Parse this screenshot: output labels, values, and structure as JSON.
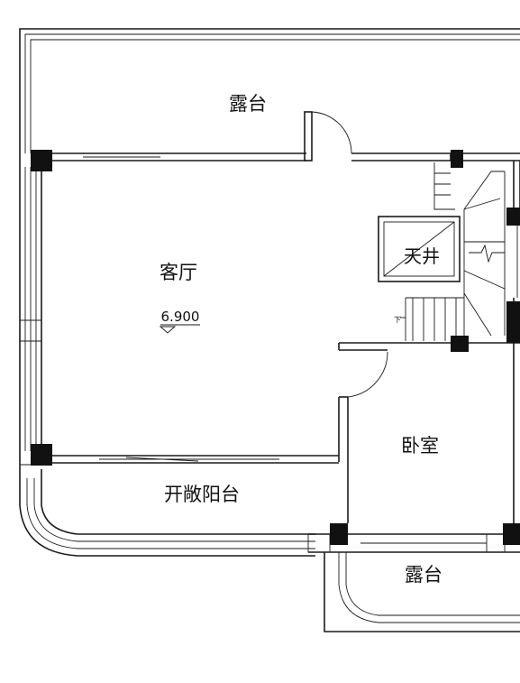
{
  "rooms": {
    "terrace_top": "露台",
    "living_room": "客厅",
    "elevation": "6.900",
    "skylight": "天井",
    "bedroom": "卧室",
    "open_balcony": "开敞阳台",
    "terrace_bottom": "露台"
  },
  "marks": {
    "stair_arrow": "下"
  },
  "colors": {
    "wall": "#1a1a1a",
    "column": "#111111",
    "background": "#ffffff"
  }
}
